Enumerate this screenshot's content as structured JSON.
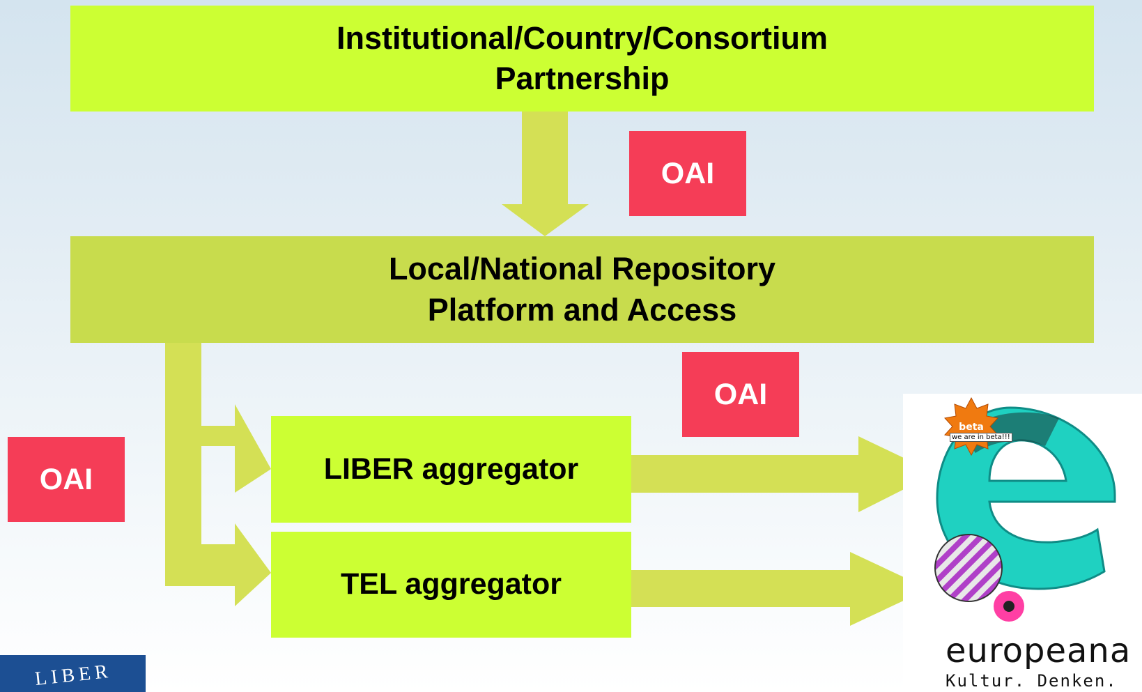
{
  "boxes": {
    "top": {
      "line1": "Institutional/Country/Consortium",
      "line2": "Partnership"
    },
    "middle": {
      "line1": "Local/National Repository",
      "line2": "Platform and Access"
    },
    "liber": {
      "label": "LIBER aggregator"
    },
    "tel": {
      "label": "TEL aggregator"
    }
  },
  "oai_labels": [
    "OAI",
    "OAI",
    "OAI"
  ],
  "europeana": {
    "wordmark": "europeana",
    "slogan": "Kultur. Denken.",
    "beta_label": "beta",
    "beta_note": "we are in beta!!!"
  },
  "liber_logo": {
    "letters": "LIBER"
  },
  "colors": {
    "box_bright": "#ccff33",
    "box_olive": "#c8dc4d",
    "arrow": "#d4e055",
    "oai_tag": "#f53d57",
    "liber_blue": "#1c4f93",
    "europeana_teal": "#1fd1c1"
  }
}
